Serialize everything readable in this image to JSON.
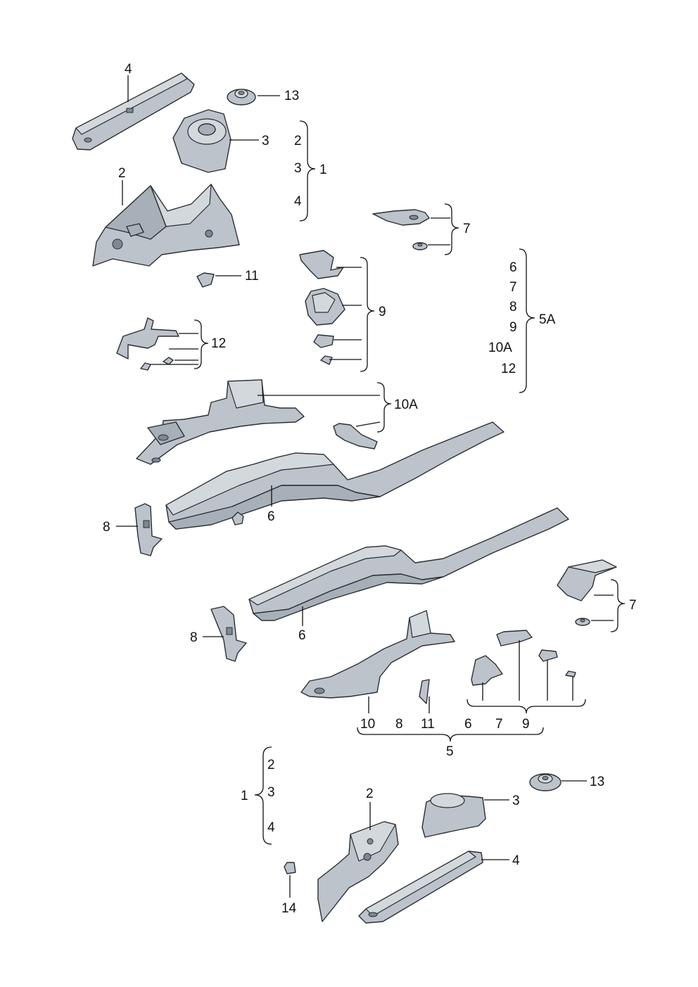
{
  "labels": {
    "tl_4": "4",
    "tl_13": "13",
    "tl_3": "3",
    "tl_2": "2",
    "b1_2": "2",
    "b1_3": "3",
    "b1_4": "4",
    "b1_1": "1",
    "tl_11": "11",
    "b7a": "7",
    "b9_9": "9",
    "b12_12": "12",
    "b5a_6": "6",
    "b5a_7": "7",
    "b5a_8": "8",
    "b5a_9": "9",
    "b5a_10a": "10A",
    "b5a_12": "12",
    "b5a_5a": "5A",
    "b10a": "10A",
    "m_6a": "6",
    "m_8a": "8",
    "m_6b": "6",
    "m_8b": "8",
    "b7b": "7",
    "b5_10": "10",
    "b5_8": "8",
    "b5_11": "11",
    "b5_6": "6",
    "b5_7": "7",
    "b5_9": "9",
    "b5_5": "5",
    "b9b": "9",
    "bl_2": "2",
    "bl_3": "3",
    "bl_4": "4",
    "bl_1": "1",
    "br_13": "13",
    "br_3": "3",
    "br_2": "2",
    "br_4": "4",
    "br_14": "14"
  }
}
